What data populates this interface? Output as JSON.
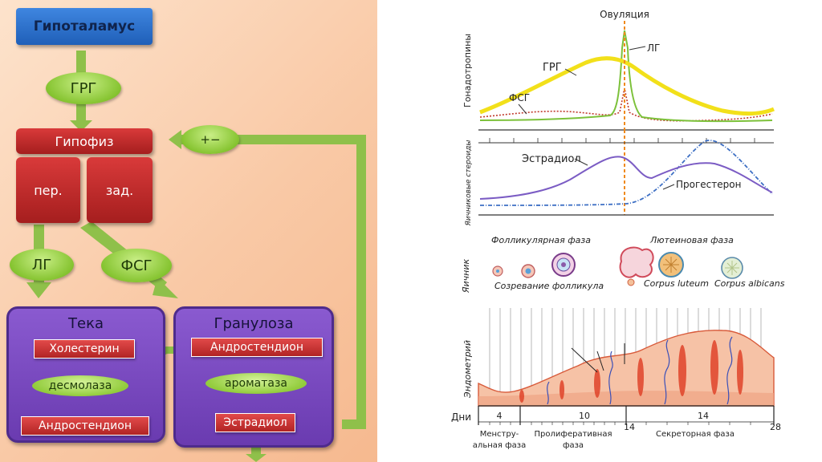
{
  "flow": {
    "hypothalamus": "Гипоталамус",
    "grg": "ГРГ",
    "pituitary": "Гипофиз",
    "anterior": "пер.",
    "posterior": "зад.",
    "lg": "ЛГ",
    "fsg": "ФСГ",
    "feedback": "+−",
    "theca": {
      "title": "Тека",
      "cholesterol": "Холестерин",
      "enzyme": "десмолаза",
      "product": "Андростендион"
    },
    "granulosa": {
      "title": "Гранулоза",
      "substrate": "Андростендион",
      "enzyme": "ароматаза",
      "product": "Эстрадиол"
    }
  },
  "cycle": {
    "gonadotropins": {
      "ylabel": "Гонадотропины",
      "ovulation": "Овуляция",
      "lg": "ЛГ",
      "grg": "ГРГ",
      "fsg": "ФСГ"
    },
    "steroids": {
      "ylabel": "Яичниковые стероиды",
      "estradiol": "Эстрадиол",
      "progesterone": "Прогестерон"
    },
    "ovary": {
      "ylabel": "Яичник",
      "follicular": "Фолликулярная фаза",
      "luteal": "Лютеиновая фаза",
      "maturation": "Созревание фолликула",
      "corpus_luteum": "Corpus luteum",
      "corpus_albicans": "Corpus albicans"
    },
    "endometrium": {
      "ylabel": "Эндометрий"
    },
    "days": {
      "label": "Дни",
      "ticks": [
        "4",
        "10",
        "14",
        "14",
        "28"
      ],
      "phase1a": "Менстру-",
      "phase1b": "альная фаза",
      "phase2a": "Пролиферативная",
      "phase2b": "фаза",
      "phase3": "Секреторная фаза"
    },
    "colors": {
      "grg": "#f2e01a",
      "lg": "#7cc13a",
      "fsg": "#c0392b",
      "estradiol": "#7b5cc4",
      "progesterone": "#3d6fc4",
      "ovulation": "#f08a1c"
    }
  }
}
